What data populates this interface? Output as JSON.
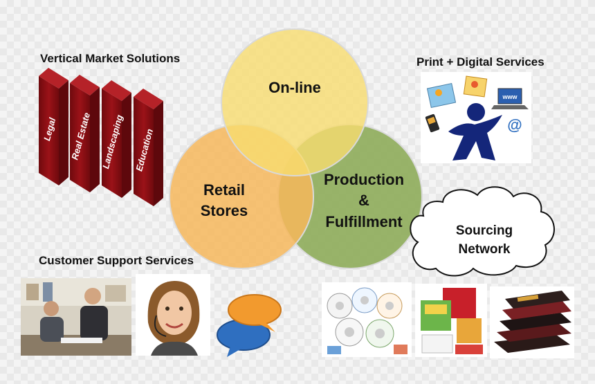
{
  "venn": {
    "online": "On-line",
    "retail_line1": "Retail",
    "retail_line2": "Stores",
    "production_line1": "Production",
    "production_line2": "&",
    "production_line3": "Fulfillment"
  },
  "vertical_market": {
    "title": "Vertical Market Solutions",
    "items": [
      "Legal",
      "Real Estate",
      "Landscaping",
      "Education"
    ]
  },
  "print_digital": {
    "title": "Print + Digital Services",
    "www_label": "www",
    "at_symbol": "@"
  },
  "customer_support": {
    "title": "Customer Support Services"
  },
  "sourcing": {
    "line1": "Sourcing",
    "line2": "Network"
  },
  "colors": {
    "online": "#f7dc6f",
    "retail": "#f6b75c",
    "production": "#8fad5c",
    "block": "#8b0f14",
    "bubble_orange": "#f29a2e",
    "bubble_blue": "#2f6fc0",
    "figure_blue": "#14267a"
  }
}
